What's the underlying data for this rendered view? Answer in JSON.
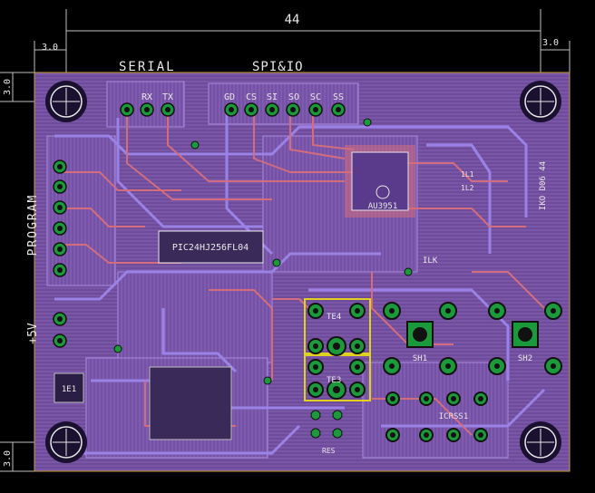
{
  "dimensions": {
    "width": "44",
    "left_margin": "3.0",
    "right_margin": "3.0",
    "top_margin": "3.0",
    "bottom_margin": "3.0"
  },
  "headers": {
    "serial": "SERIAL",
    "spi_io": "SPI&IO",
    "program": "PROGRAM",
    "power": "+5V"
  },
  "pins": {
    "serial": [
      "RX",
      "TX"
    ],
    "spi": [
      "GD",
      "CS",
      "SI",
      "SO",
      "SC",
      "SS"
    ]
  },
  "parts": {
    "mcu": "AU3951",
    "flash": "PIC24HJ256FL04",
    "side_label": "IKO D06 44",
    "l1": "1L1",
    "l2": "1L2",
    "l3": "ILK",
    "sw1": "TE4",
    "sw2": "TE3",
    "sh1": "SH1",
    "sh2": "SH2",
    "cap": "1E1",
    "bottom": "ICRSS1",
    "res": "RES"
  },
  "colors": {
    "board": "#7a52a8",
    "trace_top": "#d2697a",
    "trace_bottom": "#8a73d9",
    "pad": "#1a9a3a",
    "copper": "#c8a030",
    "silk": "#e8e8e8"
  }
}
